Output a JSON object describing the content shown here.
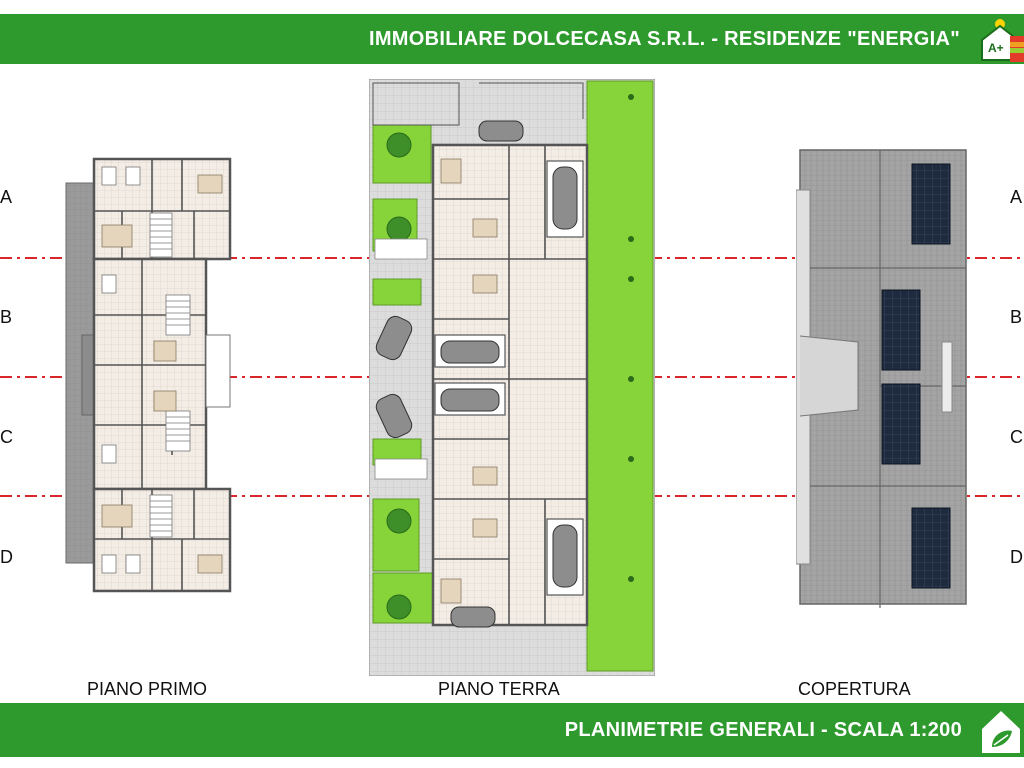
{
  "header": {
    "title": "IMMOBILIARE DOLCECASA S.R.L. - RESIDENZE \"ENERGIA\"",
    "badge": "A+"
  },
  "footer": {
    "title": "PLANIMETRIE GENERALI - SCALA 1:200"
  },
  "rows": {
    "left": [
      "A",
      "B",
      "C",
      "D"
    ],
    "right": [
      "A",
      "B",
      "C",
      "D"
    ]
  },
  "plans": {
    "first": {
      "label": "PIANO PRIMO"
    },
    "ground": {
      "label": "PIANO TERRA"
    },
    "roof": {
      "label": "COPERTURA"
    }
  },
  "colors": {
    "brand_green": "#2e9a2e",
    "lawn": "#86d43a",
    "section_line": "#d8262a",
    "paving": "#d9d9d9",
    "wall": "#7a7a7a"
  }
}
